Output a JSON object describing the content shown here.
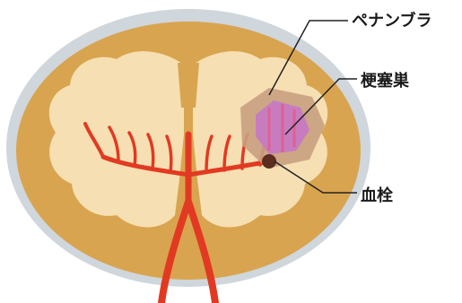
{
  "labels": {
    "penumbra": "ペナンブラ",
    "infarct_core": "梗塞巣",
    "thrombus": "血栓"
  },
  "colors": {
    "skull": "#cfd6dc",
    "cortex": "#d9a44f",
    "white_matter": "#f6dfb2",
    "vessel": "#e23a22",
    "penumbra": "#c9a080",
    "infarct_core": "#c77cc0",
    "thrombus": "#5a2d1e",
    "leader_line": "#222222"
  }
}
